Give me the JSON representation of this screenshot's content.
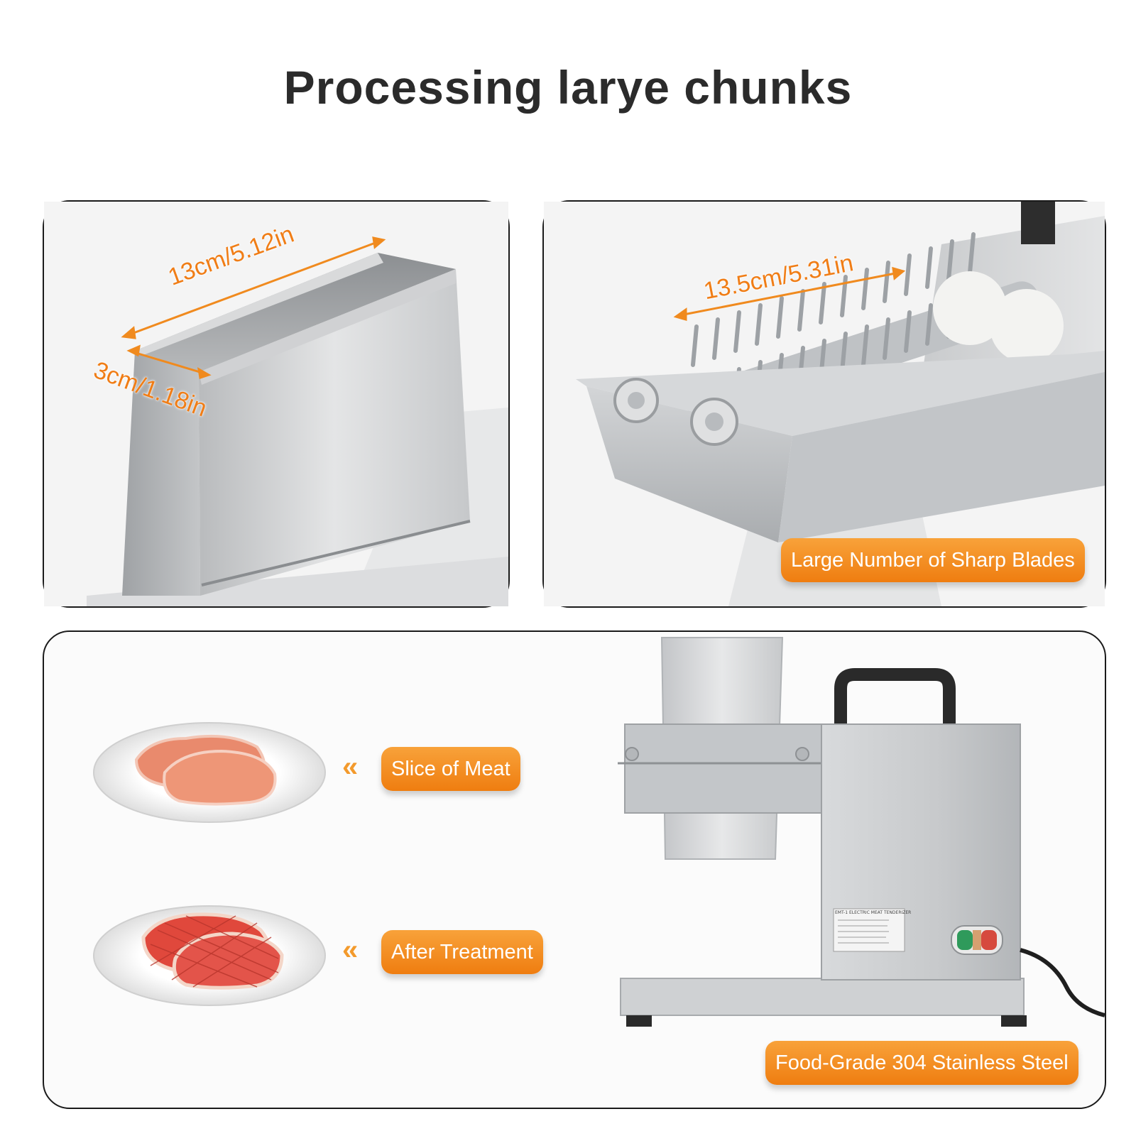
{
  "heading": "Processing larye chunks",
  "top_left": {
    "length_label": "13cm/5.12in",
    "width_label": "3cm/1.18in"
  },
  "top_right": {
    "length_label": "13.5cm/5.31in",
    "caption": "Large Number of Sharp Blades"
  },
  "bottom": {
    "before_label": "Slice of Meat",
    "after_label": "After Treatment",
    "caption": "Food-Grade 304 Stainless Steel",
    "nameplate_title": "EMT-1 ELECTRIC MEAT TENDERIZER",
    "arrow_glyph": "«"
  },
  "colors": {
    "accent_orange": "#f08a1e",
    "steel": "#c9cbcd",
    "meat": "#e98a6d"
  }
}
